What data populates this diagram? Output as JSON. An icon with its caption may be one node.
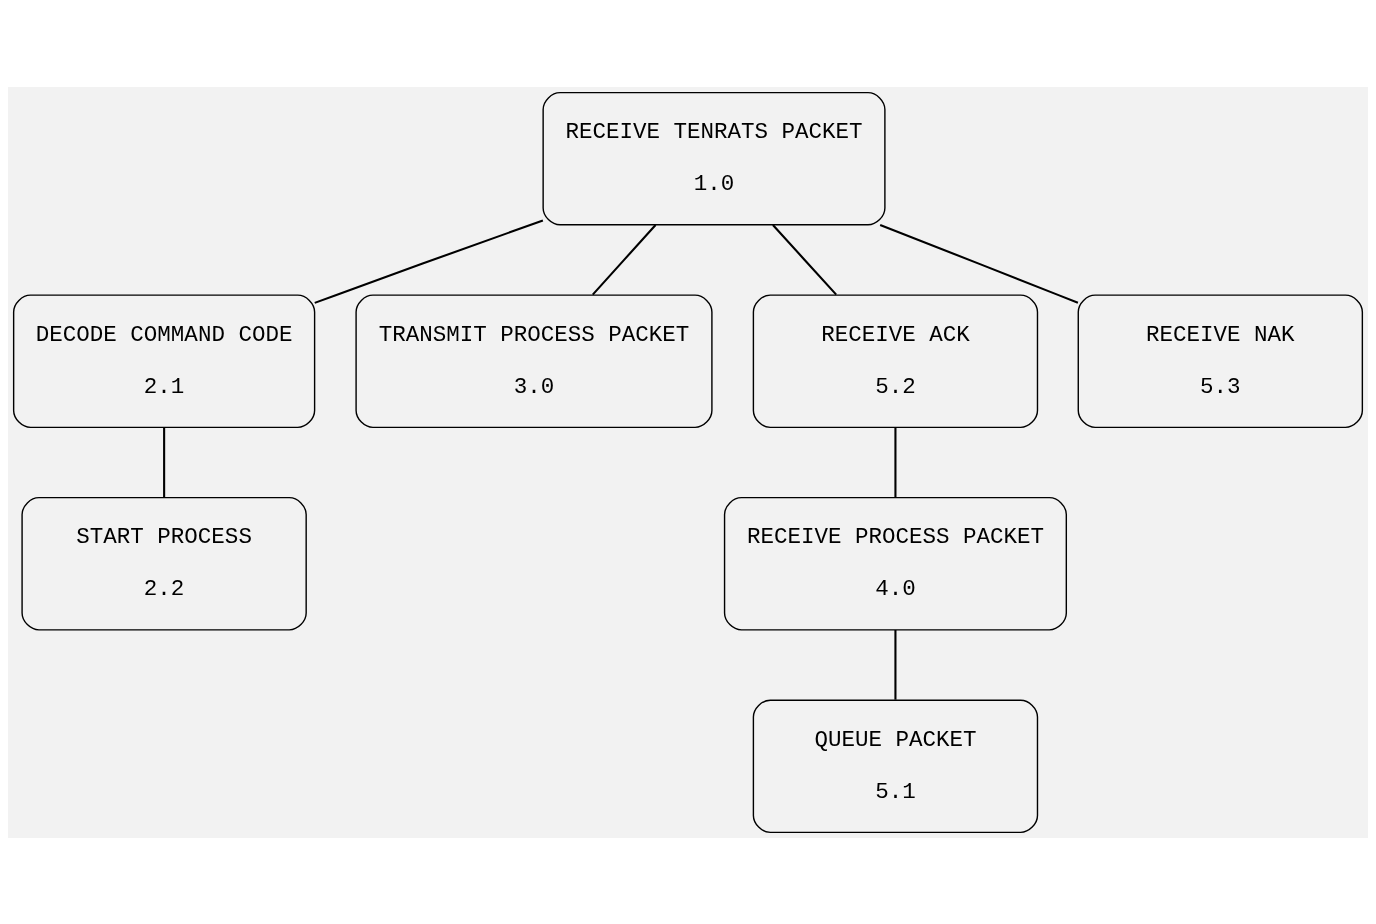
{
  "diagram": {
    "nodes": [
      {
        "text": [
          "RECEIVE TENRATS PACKET",
          "1.0"
        ]
      },
      {
        "text": [
          "DECODE COMMAND CODE",
          "2.1"
        ]
      },
      {
        "text": [
          "TRANSMIT PROCESS PACKET",
          "3.0"
        ]
      },
      {
        "text": [
          "RECEIVE ACK",
          "5.2"
        ]
      },
      {
        "text": [
          "RECEIVE NAK",
          "5.3"
        ]
      },
      {
        "text": [
          "START PROCESS",
          "2.2"
        ]
      },
      {
        "text": [
          "RECEIVE PROCESS PACKET",
          "4.0"
        ]
      },
      {
        "text": [
          "QUEUE PACKET",
          "5.1"
        ]
      }
    ],
    "edges": [
      {
        "from": 0,
        "to": 1,
        "arrow": "none"
      },
      {
        "from": 0,
        "to": 2,
        "arrow": "none"
      },
      {
        "from": 0,
        "to": 3,
        "arrow": "none"
      },
      {
        "from": 0,
        "to": 4,
        "arrow": "none"
      },
      {
        "from": 1,
        "to": 5,
        "arrow": "none"
      },
      {
        "from": 3,
        "to": 6,
        "arrow": "none"
      },
      {
        "from": 6,
        "to": 7,
        "arrow": "none"
      }
    ]
  }
}
